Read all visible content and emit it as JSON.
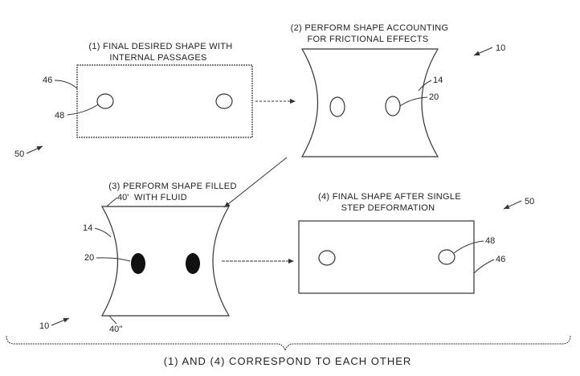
{
  "steps": {
    "s1": {
      "line1": "(1) FINAL DESIRED SHAPE WITH",
      "line2": "INTERNAL PASSAGES"
    },
    "s2": {
      "line1": "(2) PERFORM SHAPE ACCOUNTING",
      "line2": "FOR FRICTIONAL EFFECTS"
    },
    "s3": {
      "line1": "(3) PERFORM SHAPE FILLED",
      "line2": "WITH FLUID"
    },
    "s4": {
      "line1": "(4) FINAL SHAPE AFTER SINGLE",
      "line2": "STEP DEFORMATION"
    }
  },
  "refs": {
    "r46a": "46",
    "r48a": "48",
    "r50a": "50",
    "r10a": "10",
    "r14a": "14",
    "r20a": "20",
    "r40p": "40'",
    "r14b": "14",
    "r20b": "20",
    "r10b": "10",
    "r40pp": "40''",
    "r50b": "50",
    "r48b": "48",
    "r46b": "46"
  },
  "footer": "(1) AND (4) CORRESPOND TO EACH OTHER"
}
